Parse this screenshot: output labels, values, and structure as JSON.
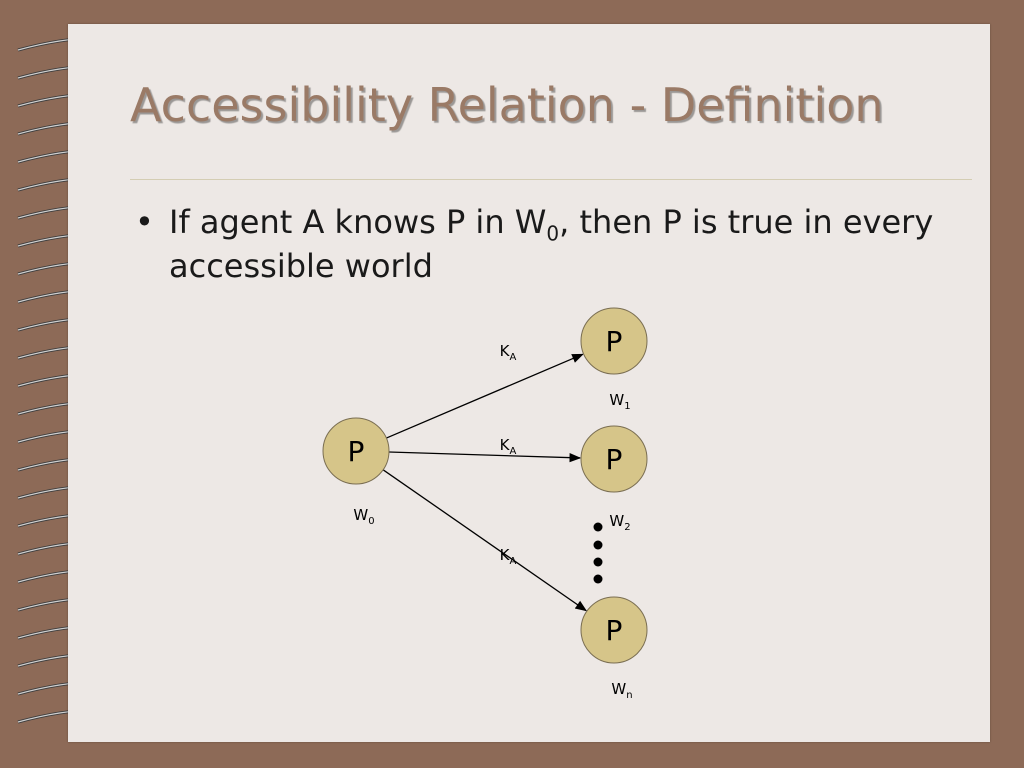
{
  "slide": {
    "title": "Accessibility Relation - Definition",
    "bullet": {
      "before": "If agent A knows P in W",
      "sub": "0",
      "after": ", then P is true in every accessible world"
    }
  },
  "diagram": {
    "node_fill": "#d6c589",
    "nodes": [
      {
        "id": "w0",
        "label": "P",
        "world": "W",
        "world_sub": "0"
      },
      {
        "id": "w1",
        "label": "P",
        "world": "W",
        "world_sub": "1"
      },
      {
        "id": "w2",
        "label": "P",
        "world": "W",
        "world_sub": "2"
      },
      {
        "id": "wn",
        "label": "P",
        "world": "W",
        "world_sub": "n"
      }
    ],
    "edges": [
      {
        "from": "w0",
        "to": "w1",
        "label": "K",
        "label_sub": "A"
      },
      {
        "from": "w0",
        "to": "w2",
        "label": "K",
        "label_sub": "A"
      },
      {
        "from": "w0",
        "to": "wn",
        "label": "K",
        "label_sub": "A"
      }
    ],
    "ellipsis": "vertical-dots"
  },
  "colors": {
    "background": "#8d6a57",
    "slide": "#ede8e5",
    "title": "#9a7a66"
  }
}
